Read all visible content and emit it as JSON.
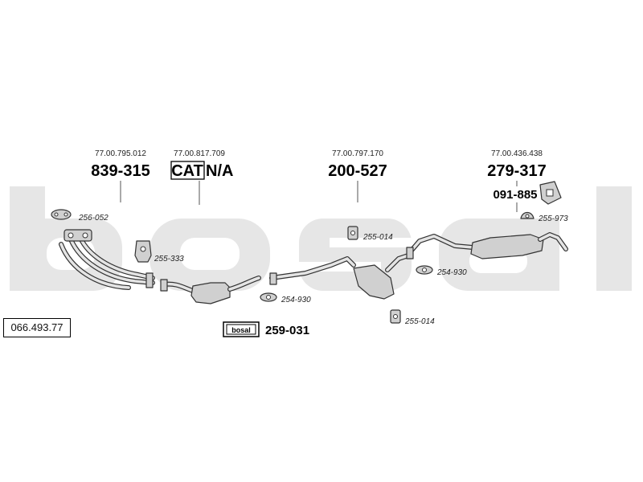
{
  "diagram": {
    "watermark": "bosal",
    "reference_number": "066.493.77",
    "groups": [
      {
        "oem": "77.00.795.012",
        "part": "839-315"
      },
      {
        "oem": "77.00.817.709",
        "part_prefix": "CAT",
        "part": "N/A"
      },
      {
        "oem": "77.00.797.170",
        "part": "200-527"
      },
      {
        "oem": "77.00.436.438",
        "part": "279-317",
        "sub_part": "091-885"
      }
    ],
    "accessories": [
      "256-052",
      "255-333",
      "254-930",
      "255-014",
      "254-930",
      "255-014",
      "255-973"
    ],
    "kit": {
      "logo": "bosal",
      "part": "259-031"
    },
    "colors": {
      "watermark": "#e6e6e6",
      "part_fill": "#d0d0d0",
      "line": "#333333"
    }
  }
}
